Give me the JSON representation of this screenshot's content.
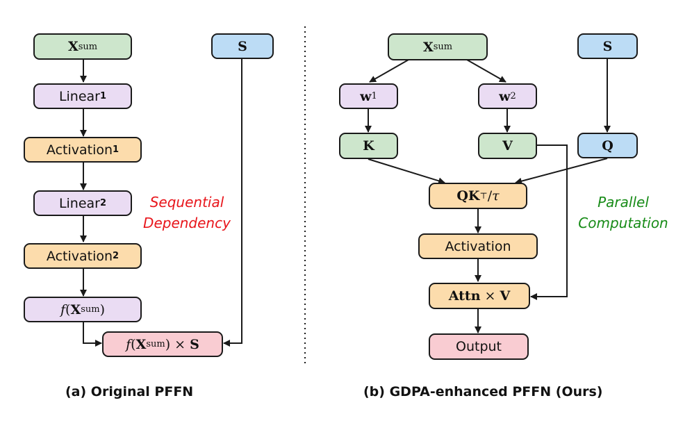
{
  "panel_a": {
    "nodes": {
      "xsum": {
        "base": "X",
        "sub": "sum"
      },
      "s": "S",
      "linear1": {
        "label": "Linear",
        "sub": "1"
      },
      "activation1": {
        "label": "Activation",
        "sub": "1"
      },
      "linear2": {
        "label": "Linear",
        "sub": "2"
      },
      "activation2": {
        "label": "Activation",
        "sub": "2"
      },
      "f_xsum": {
        "func": "f",
        "open": "(",
        "base": "X",
        "sub": "sum",
        "close": ")"
      },
      "product": {
        "func": "f",
        "open": "(",
        "base": "X",
        "sub": "sum",
        "close": ")",
        "times": " × ",
        "s": "S"
      }
    },
    "annotation": {
      "line1": "Sequential",
      "line2": "Dependency",
      "color": "#e8151b"
    },
    "caption": "(a) Original PFFN"
  },
  "panel_b": {
    "nodes": {
      "xsum": {
        "base": "X",
        "sub": "sum"
      },
      "s": "S",
      "w1": {
        "base": "w",
        "sub": "1"
      },
      "w2": {
        "base": "w",
        "sub": "2"
      },
      "k": "K",
      "v": "V",
      "q": "Q",
      "qk": {
        "base": "QK",
        "sup": "⊤",
        "rest": "/",
        "tau": "τ"
      },
      "activation": "Activation",
      "attn": {
        "base": "Attn",
        "times": " × ",
        "v": "V"
      },
      "output": "Output"
    },
    "annotation": {
      "line1": "Parallel",
      "line2": "Computation",
      "color": "#178b17"
    },
    "caption": "(b) GDPA-enhanced PFFN (Ours)"
  },
  "colors": {
    "green": "#cde6cc",
    "blue": "#bcdcf5",
    "purple": "#eadcf3",
    "orange": "#fcdcac",
    "pink": "#f9ccd2"
  }
}
